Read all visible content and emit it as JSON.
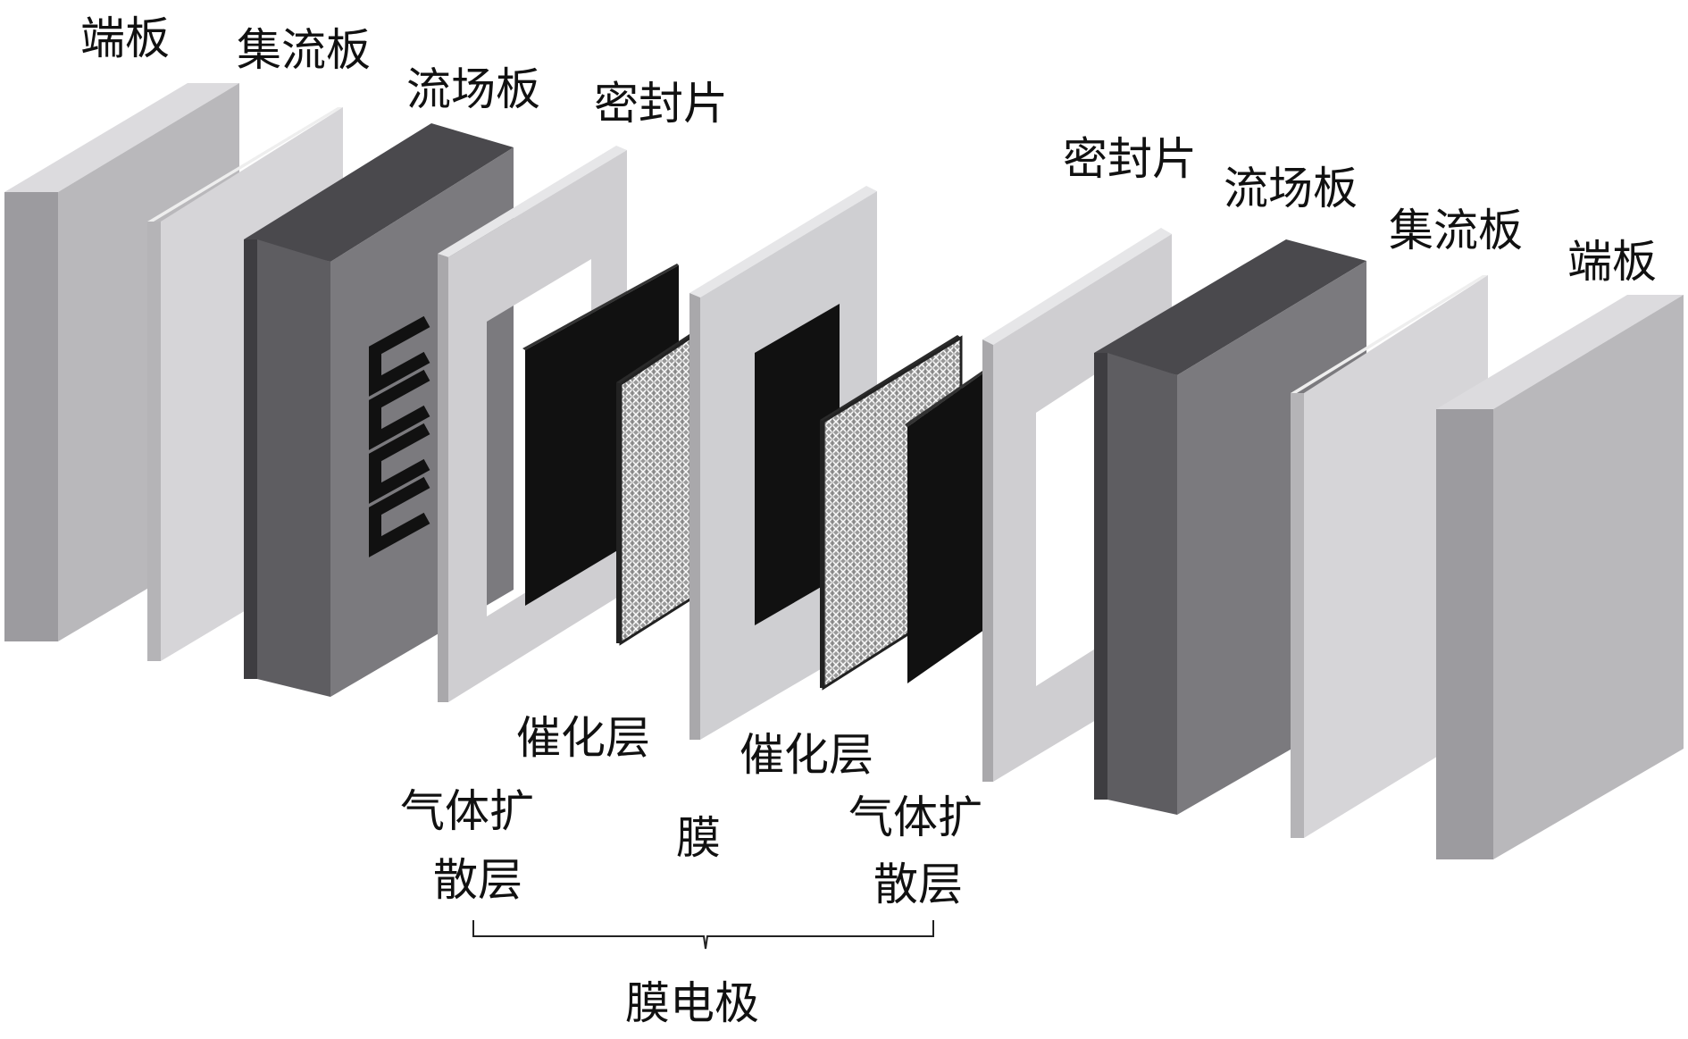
{
  "diagram": {
    "labels_top_left": {
      "end_plate": "端板",
      "current_collector": "集流板",
      "flow_field_plate": "流场板",
      "gasket": "密封片"
    },
    "labels_top_right": {
      "gasket": "密封片",
      "flow_field_plate": "流场板",
      "current_collector": "集流板",
      "end_plate": "端板"
    },
    "labels_bottom": {
      "catalyst_layer_left": "催化层",
      "catalyst_layer_right": "催化层",
      "gdl_left_line1": "气体扩",
      "gdl_left_line2": "散层",
      "membrane": "膜",
      "gdl_right_line1": "气体扩",
      "gdl_right_line2": "散层",
      "mea": "膜电极"
    },
    "colors": {
      "end_plate": "#b9b8bb",
      "current_collector": "#d6d5d8",
      "flow_field_plate": "#6f6e72",
      "gasket_frame": "#c9c8cb",
      "catalyst_layer": "#111111",
      "gdl_mesh": "#8a8a8a",
      "membrane": "#cfcfd2"
    }
  }
}
